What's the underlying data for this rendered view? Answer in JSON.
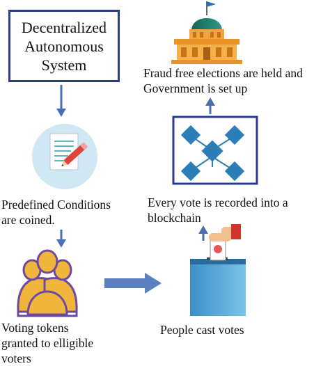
{
  "nodes": {
    "dao": {
      "lines": [
        "Decentralized",
        "Autonomous",
        "System"
      ]
    },
    "conditions": {
      "lines": [
        "Predefined Conditions",
        "are coined."
      ]
    },
    "tokens": {
      "lines": [
        "Voting tokens",
        "granted to elligible",
        "voters"
      ]
    },
    "cast": {
      "lines": [
        "People cast votes"
      ]
    },
    "record": {
      "lines": [
        "Every vote is recorded into a",
        "blockchain"
      ]
    },
    "elections": {
      "lines": [
        "Fraud free elections are held and",
        "Government is set up"
      ]
    }
  },
  "edges": [
    {
      "from": "dao",
      "to": "conditions"
    },
    {
      "from": "conditions",
      "to": "tokens"
    },
    {
      "from": "tokens",
      "to": "cast"
    },
    {
      "from": "cast",
      "to": "record"
    },
    {
      "from": "record",
      "to": "elections"
    }
  ],
  "colors": {
    "box_border": "#2a3a8f",
    "arrow": "#4a6fb0",
    "circle": "#cfe8f3",
    "block": "#2b7fb6",
    "building": "#f1a53a",
    "dome": "#1f7c6c",
    "ballot_box": "#4fa5d6",
    "voters": "#f0b63c"
  },
  "icons": {
    "conditions": "document-pen-icon",
    "tokens": "voters-group-icon",
    "cast": "ballot-box-icon",
    "record": "blockchain-cubes-icon",
    "elections": "government-building-icon"
  }
}
